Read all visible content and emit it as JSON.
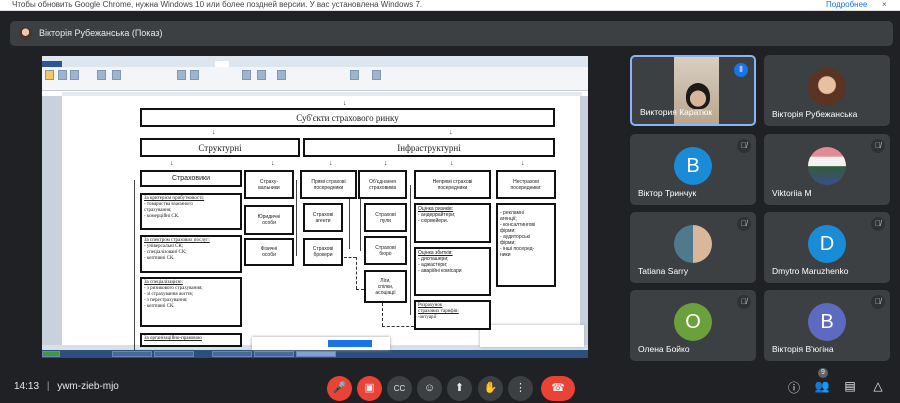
{
  "banner": {
    "message": "Чтобы обновить Google Chrome, нужна Windows 10 или более поздней версии. У вас установлена Windows 7.",
    "more_link": "Подробнее",
    "close": "×"
  },
  "presentation": {
    "presenter_label": "Вікторія Рубежанська (Показ)"
  },
  "diagram": {
    "title": "Суб'єкти страхового ринку",
    "structural": "Структурні",
    "infrastructural": "Інфраструктурні",
    "insurers": "Страховики",
    "insurer_groups": [
      {
        "heading": "За критерієм прибутковості:",
        "text": "- товариства взаємного\nстрахування;\n- комерційні СК."
      },
      {
        "heading": "За спектром страхових послуг:",
        "text": "- універсальні СК;\n- спеціалізовані СК;\n- кептивні СК."
      },
      {
        "heading": "За спеціалізацією:",
        "text": "- з ризикового страхування;\n- зі страхування життя;\n- з перестрахування;\n- кептивні СК."
      },
      {
        "heading": "За організаційно-правовою",
        "text": ""
      }
    ],
    "policyholders": "Страху-\nвальники",
    "legal_entities": "Юридичні\nособи",
    "individuals": "Фізичні\nособи",
    "direct_intermediaries": "Прямі страхові\nпосередники",
    "agents": "Страхові\nагенти",
    "brokers": "Страхові\nброкери",
    "associations": "Об'єднання\nстраховиків",
    "pools": "Страхові\nпули",
    "bureaus": "Страхові\nбюро",
    "leagues": "Ліги,\nспілки,\nасоціації",
    "indirect_intermediaries": "Непрямі страхові\nпосередники",
    "risk_assessment": {
      "heading": "Оцінка ризиків:",
      "text": "- андеррайтери;\n- сюрвейери."
    },
    "loss_assessment": {
      "heading": "Оцінка збитків:",
      "text": "- диспашери;\n- аджастери;\n- аварійні комісари"
    },
    "tariff_calc": {
      "heading": "Розрахунок\nстрахових тарифів:",
      "text": "-актуарії"
    },
    "non_insurance": "Нестрахові\nпосередники:",
    "non_insurance_list": "- рекламні\nагенції;\n- консалтингові\nфірми;\n- аудиторські\nфірми;\n- інші посеред-\nники"
  },
  "participants": [
    {
      "name": "Виктория Каратюк",
      "speaking": true
    },
    {
      "name": "Вікторія Рубежанська"
    },
    {
      "name": "Віктор Тринчук",
      "initial": "B",
      "color": "#1a8bd6",
      "muted": true
    },
    {
      "name": "Viktoriia M",
      "muted": true
    },
    {
      "name": "Tatiana Sarry",
      "muted": true
    },
    {
      "name": "Dmytro Maruzhenko",
      "initial": "D",
      "color": "#1a8bd6",
      "muted": true
    },
    {
      "name": "Олена Бойко",
      "initial": "O",
      "color": "#6aa13c",
      "muted": true
    },
    {
      "name": "Вікторія В'югіна",
      "initial": "B",
      "color": "#5c6bc0",
      "muted": true
    }
  ],
  "footer": {
    "time": "14:13",
    "separator": "|",
    "meeting_code": "ywm-zieb-mjo",
    "participant_count": "9"
  }
}
